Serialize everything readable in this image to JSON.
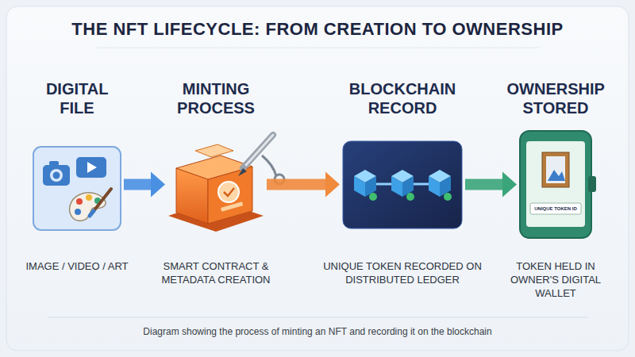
{
  "diagram": {
    "title": "THE NFT LIFECYCLE: FROM CREATION TO OWNERSHIP",
    "caption": "Diagram showing the process of minting an NFT and recording it on the blockchain",
    "nodes": [
      {
        "text": [
          "DIGITAL FILE",
          "IMAGE / VIDEO / ART"
        ]
      },
      {
        "text": [
          "MINTING PROCESS",
          "SMART CONTRACT & METADATA CREATION"
        ]
      },
      {
        "text": [
          "BLOCKCHAIN RECORD",
          "UNIQUE TOKEN RECORDED ON DISTRIBUTED LEDGER"
        ]
      },
      {
        "text": [
          "OWNERSHIP STORED",
          "TOKEN HELD IN OWNER'S DIGITAL WALLET"
        ]
      }
    ],
    "edges": [
      {
        "from": 0,
        "to": 1,
        "arrow": "to"
      },
      {
        "from": 1,
        "to": 2,
        "arrow": "to"
      },
      {
        "from": 2,
        "to": 3,
        "arrow": "to"
      }
    ],
    "labels": [
      "UNIQUE TOKEN ID"
    ]
  }
}
